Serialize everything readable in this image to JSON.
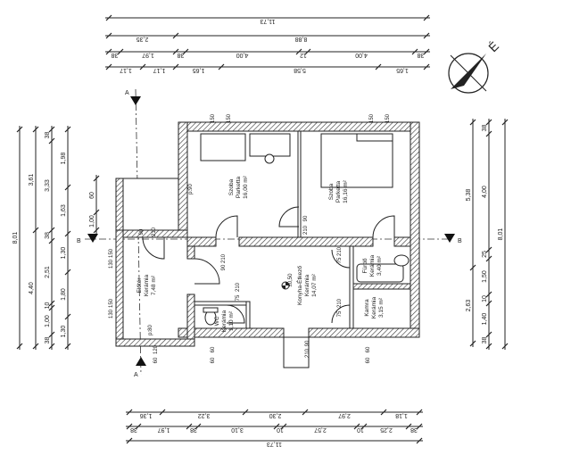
{
  "dimensions": {
    "top": [
      [
        "11,73"
      ],
      [
        "2,35",
        "8,88"
      ],
      [
        "38",
        "1,97",
        "38",
        "4,00",
        "12",
        "4,00",
        "38"
      ],
      [
        "1,17",
        "1,17",
        "1,65",
        "5,58",
        "1,65"
      ]
    ],
    "bottom": [
      [
        "1,36",
        "3,22",
        "2,30",
        "2,97",
        "1,18"
      ],
      [
        "38",
        "1,97",
        "38",
        "3,10",
        "10",
        "2,57",
        "10",
        "2,25",
        "38"
      ],
      [
        "11,73"
      ]
    ],
    "left": [
      [
        "8,01"
      ],
      [
        "3,61",
        "4,40"
      ],
      [
        "38",
        "3,33",
        "38",
        "2,51",
        "10",
        "1,00",
        "38"
      ],
      [
        "1,98",
        "1,63",
        "1,30",
        "1,80",
        "1,30"
      ],
      [
        "60",
        "1,00"
      ]
    ],
    "right": [
      [
        "5,38",
        "2,63"
      ],
      [
        "38",
        "4,00",
        "25",
        "1,50",
        "10",
        "1,40",
        "38"
      ],
      [
        "8,01"
      ]
    ]
  },
  "rooms": [
    {
      "name": "Szoba",
      "floor": "Parketta",
      "area": "16,00 m²"
    },
    {
      "name": "Szoba",
      "floor": "Parketta",
      "area": "16,16 m²"
    },
    {
      "name": "Előtér",
      "floor": "Kerámia",
      "area": "7,48 m²"
    },
    {
      "name": "WC",
      "floor": "Kerámia",
      "area": "1,10 m²"
    },
    {
      "name": "Konyha-Étkező",
      "floor": "Kerámia",
      "area": "14,07 m²"
    },
    {
      "name": "Fürdő",
      "floor": "Kerámia",
      "area": "3,40 m²"
    },
    {
      "name": "Kamra",
      "floor": "Kerámia",
      "area": "3,15 m²"
    }
  ],
  "level": "±0,50",
  "openings": [
    "150",
    "150",
    "150",
    "150",
    "90",
    "210",
    "90",
    "210",
    "90",
    "210",
    "75",
    "210",
    "75",
    "210",
    "75",
    "210",
    "90",
    "210",
    "120",
    "60",
    "60",
    "60",
    "60",
    "60",
    "130",
    "150",
    "150",
    "130",
    "p:90",
    "p:80"
  ],
  "section_marks": {
    "a": "A",
    "b": "B"
  },
  "north": "É"
}
